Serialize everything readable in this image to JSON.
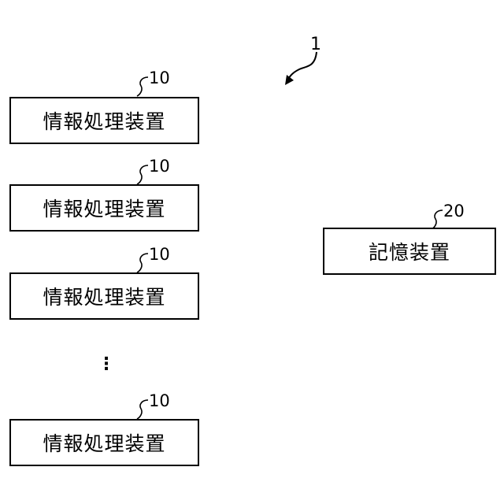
{
  "system": {
    "ref": "1"
  },
  "info_devices": [
    {
      "label": "情報処理装置",
      "ref": "10"
    },
    {
      "label": "情報処理装置",
      "ref": "10"
    },
    {
      "label": "情報処理装置",
      "ref": "10"
    },
    {
      "label": "情報処理装置",
      "ref": "10"
    }
  ],
  "ellipsis": "⋮",
  "storage": {
    "label": "記憶装置",
    "ref": "20"
  }
}
